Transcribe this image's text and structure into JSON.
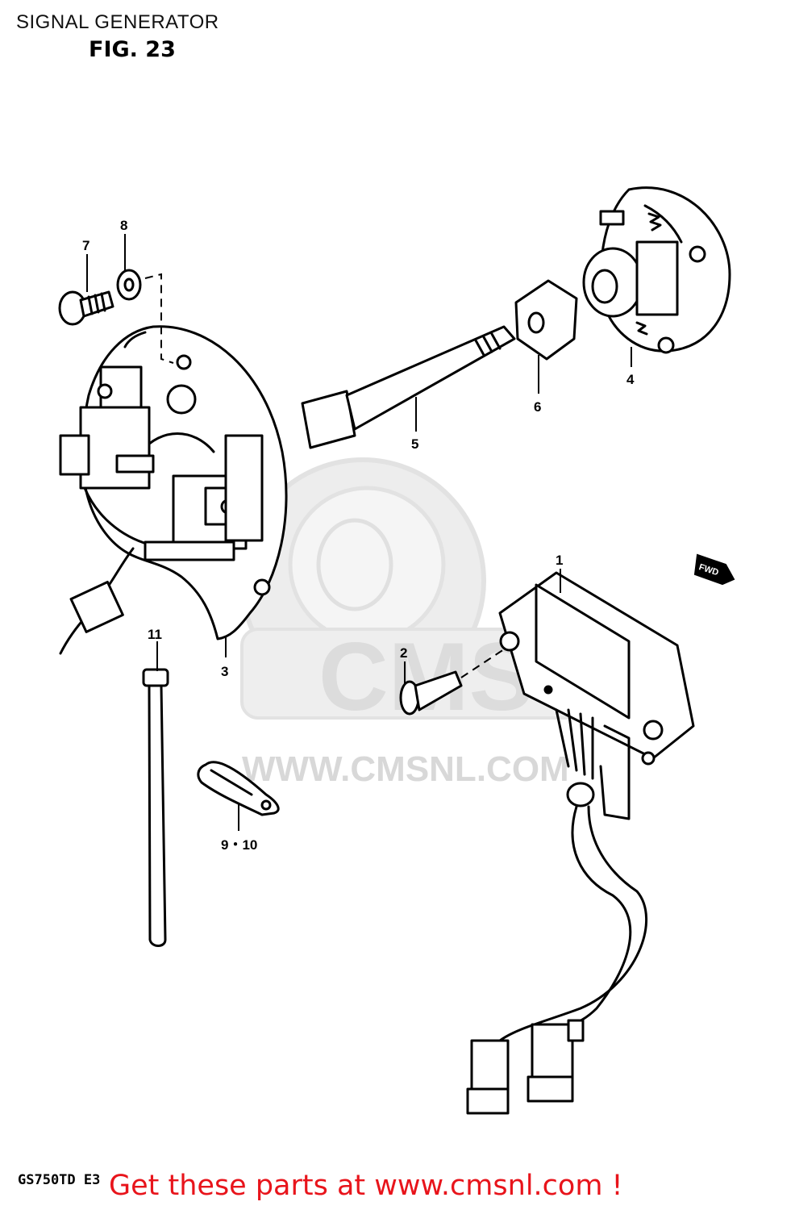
{
  "page": {
    "title": "SIGNAL GENERATOR",
    "figure_label": "FIG. 23",
    "model_code": "GS750TD E3",
    "call_to_action": "Get these parts at www.cmsnl.com !"
  },
  "watermark": {
    "logo_text": "CMS",
    "url_text": "WWW.CMSNL.COM"
  },
  "direction_marker": {
    "label": "FWD"
  },
  "callouts": [
    {
      "id": "1",
      "label": "1"
    },
    {
      "id": "2",
      "label": "2"
    },
    {
      "id": "3",
      "label": "3"
    },
    {
      "id": "4",
      "label": "4"
    },
    {
      "id": "5",
      "label": "5"
    },
    {
      "id": "6",
      "label": "6"
    },
    {
      "id": "7",
      "label": "7"
    },
    {
      "id": "8",
      "label": "8"
    },
    {
      "id": "9-10",
      "label": "9・10"
    },
    {
      "id": "11",
      "label": "11"
    }
  ],
  "colors": {
    "line": "#000000",
    "call_to_action": "#e8141b",
    "watermark": "#d8d8d8"
  }
}
